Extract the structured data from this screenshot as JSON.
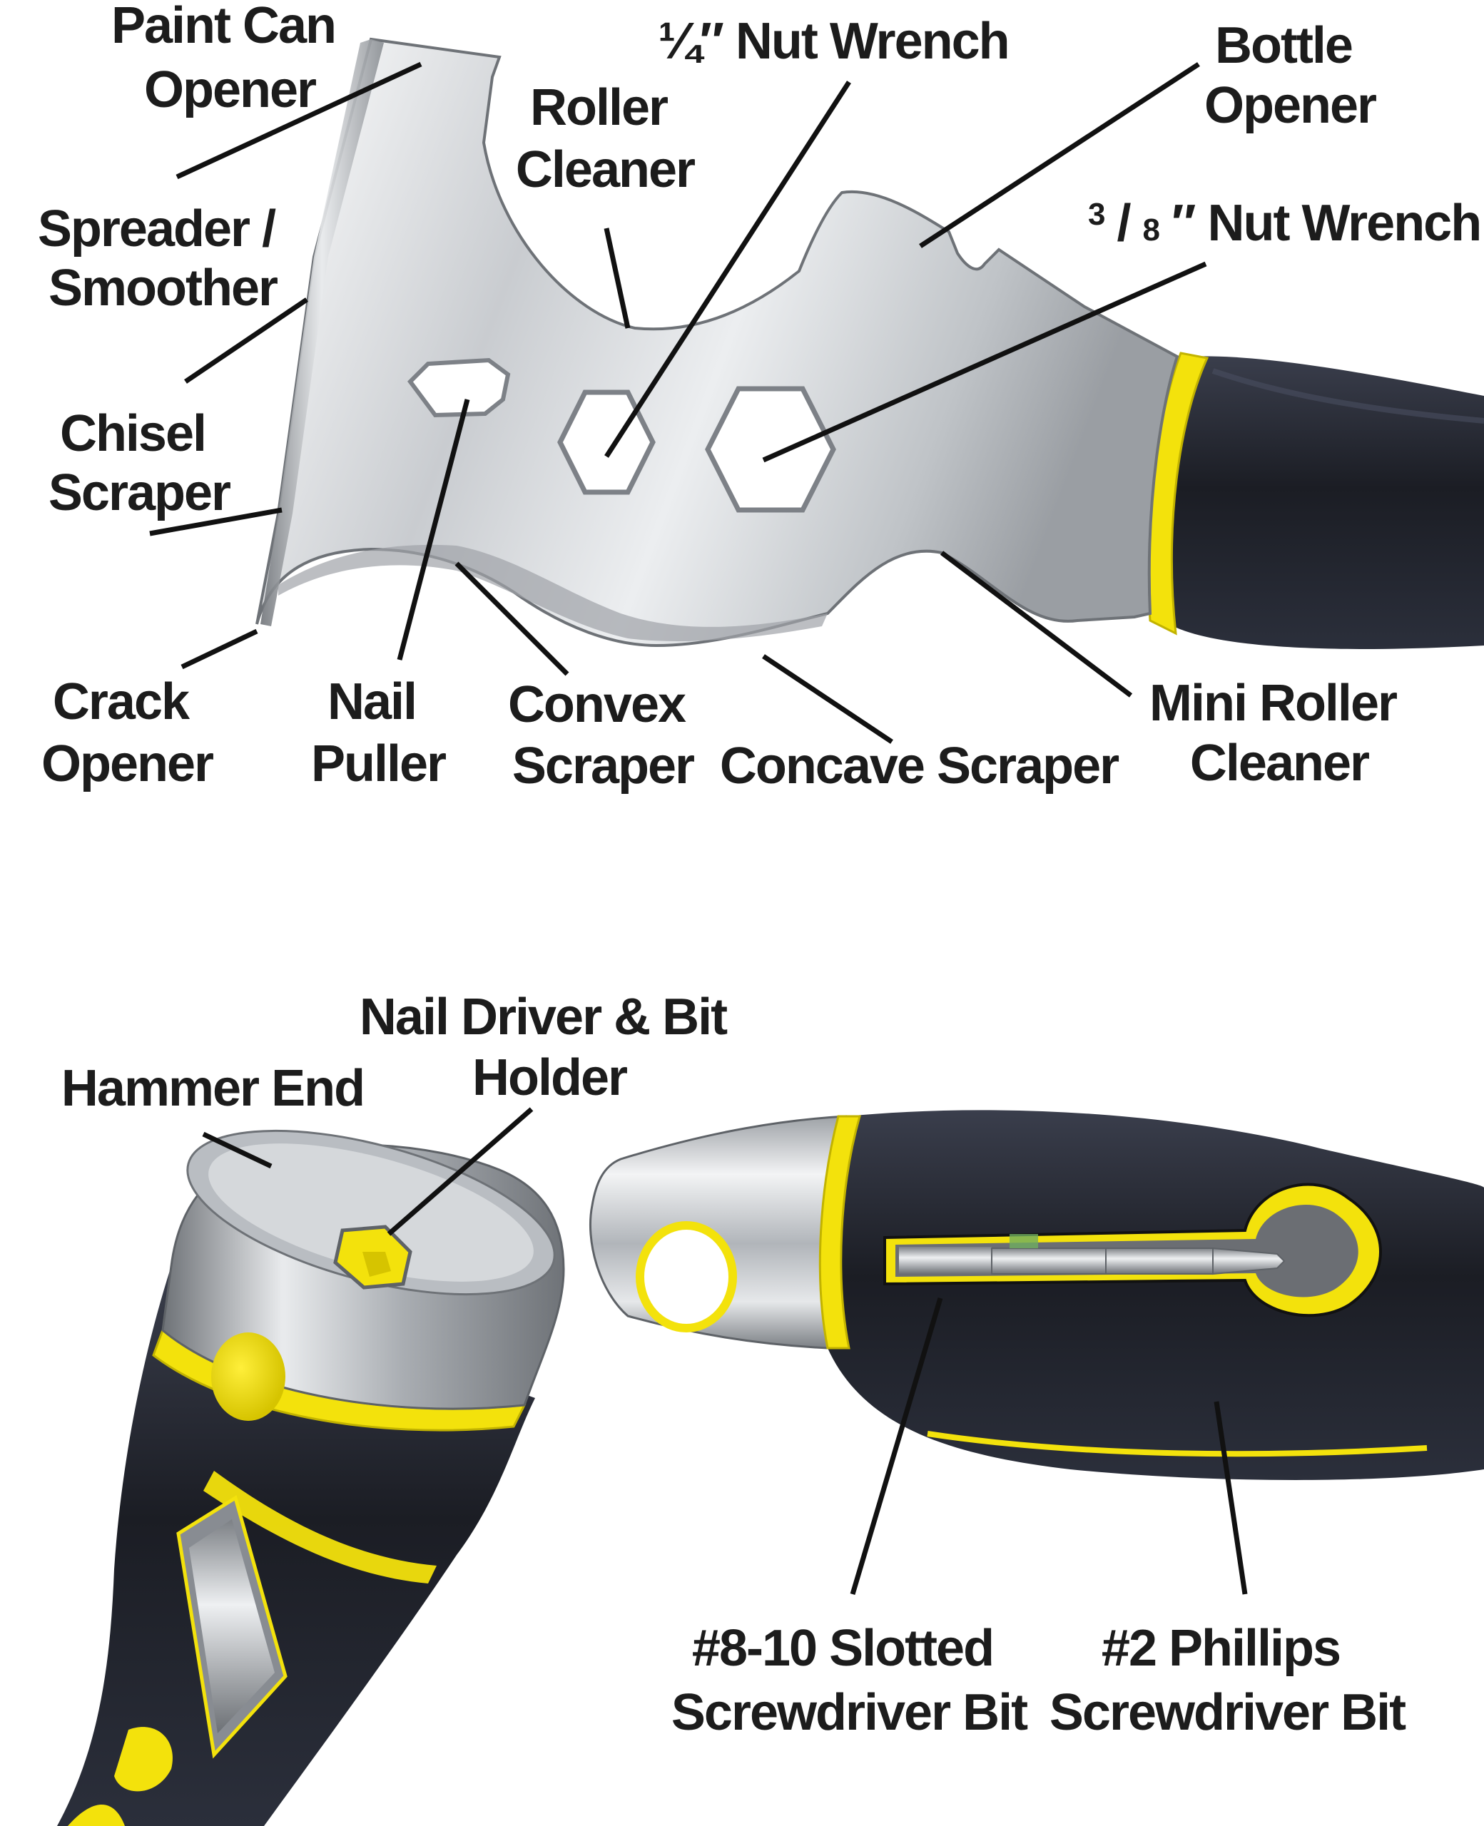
{
  "colors": {
    "steel_light": "#eef0f2",
    "steel_mid": "#b9bdc2",
    "steel_dark": "#7d8187",
    "handle_black": "#1d1f22",
    "handle_navy": "#262a36",
    "accent_yellow": "#f3e20c",
    "label_text": "#1c1c1c",
    "leader_line": "#111111",
    "background": "#ffffff"
  },
  "labels": {
    "paint_can_opener": [
      "Paint Can",
      "Opener"
    ],
    "quarter_nut_wrench": [
      "¼″ Nut Wrench"
    ],
    "roller_cleaner": [
      "Roller",
      "Cleaner"
    ],
    "bottle_opener": [
      "Bottle",
      "Opener"
    ],
    "spreader_smoother": [
      "Spreader /",
      "Smoother"
    ],
    "three_eighths_nut_wrench": {
      "num": "3",
      "slash": "/",
      "den": "8",
      "rest": "″ Nut Wrench"
    },
    "chisel_scraper": [
      "Chisel",
      "Scraper"
    ],
    "crack_opener": [
      "Crack",
      "Opener"
    ],
    "nail_puller": [
      "Nail",
      "Puller"
    ],
    "convex_scraper": [
      "Convex",
      "Scraper"
    ],
    "concave_scraper": [
      "Concave Scraper"
    ],
    "mini_roller_cleaner": [
      "Mini Roller",
      "Cleaner"
    ],
    "nail_driver_bit_holder": [
      "Nail Driver & Bit",
      "Holder"
    ],
    "hammer_end": [
      "Hammer End"
    ],
    "slotted_bit": [
      "#8-10 Slotted",
      "Screwdriver Bit"
    ],
    "phillips_bit": [
      "#2 Phillips",
      "Screwdriver Bit"
    ]
  }
}
